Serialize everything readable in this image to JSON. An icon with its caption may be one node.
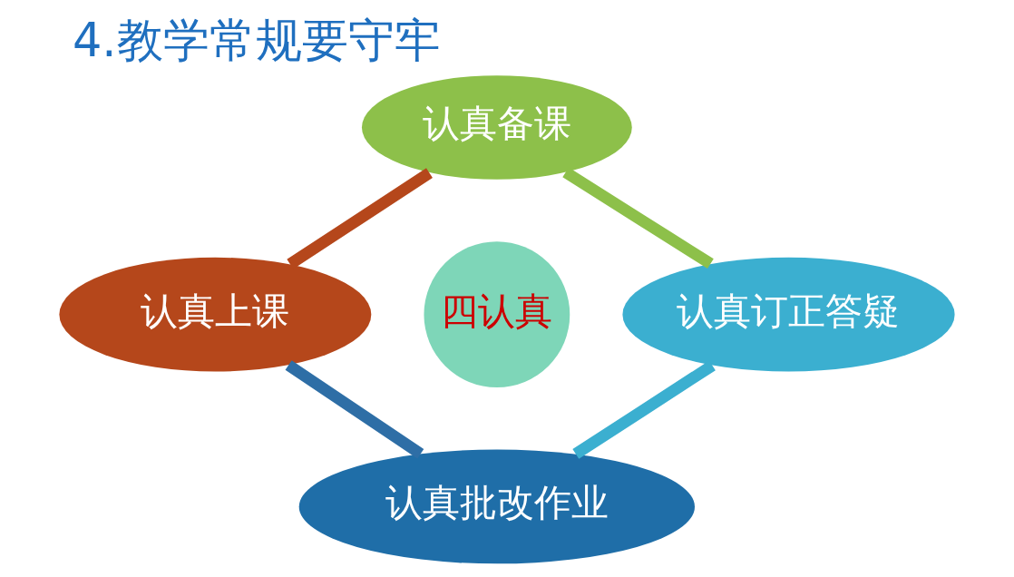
{
  "diagram": {
    "title": "4.教学常规要守牢",
    "nodes": [
      {
        "text": [
          "认真备课"
        ]
      },
      {
        "text": [
          "认真上课"
        ]
      },
      {
        "text": [
          "四认真"
        ]
      },
      {
        "text": [
          "认真订正答疑"
        ]
      },
      {
        "text": [
          "认真批改作业"
        ]
      }
    ],
    "edges": [
      {
        "from": 0,
        "to": 3,
        "arrow": "none",
        "color": "#8dc04a"
      },
      {
        "from": 3,
        "to": 4,
        "arrow": "none",
        "color": "#3bafd0"
      },
      {
        "from": 4,
        "to": 1,
        "arrow": "none",
        "color": "#2e6ea6"
      },
      {
        "from": 1,
        "to": 0,
        "arrow": "none",
        "color": "#b5471b"
      }
    ]
  }
}
